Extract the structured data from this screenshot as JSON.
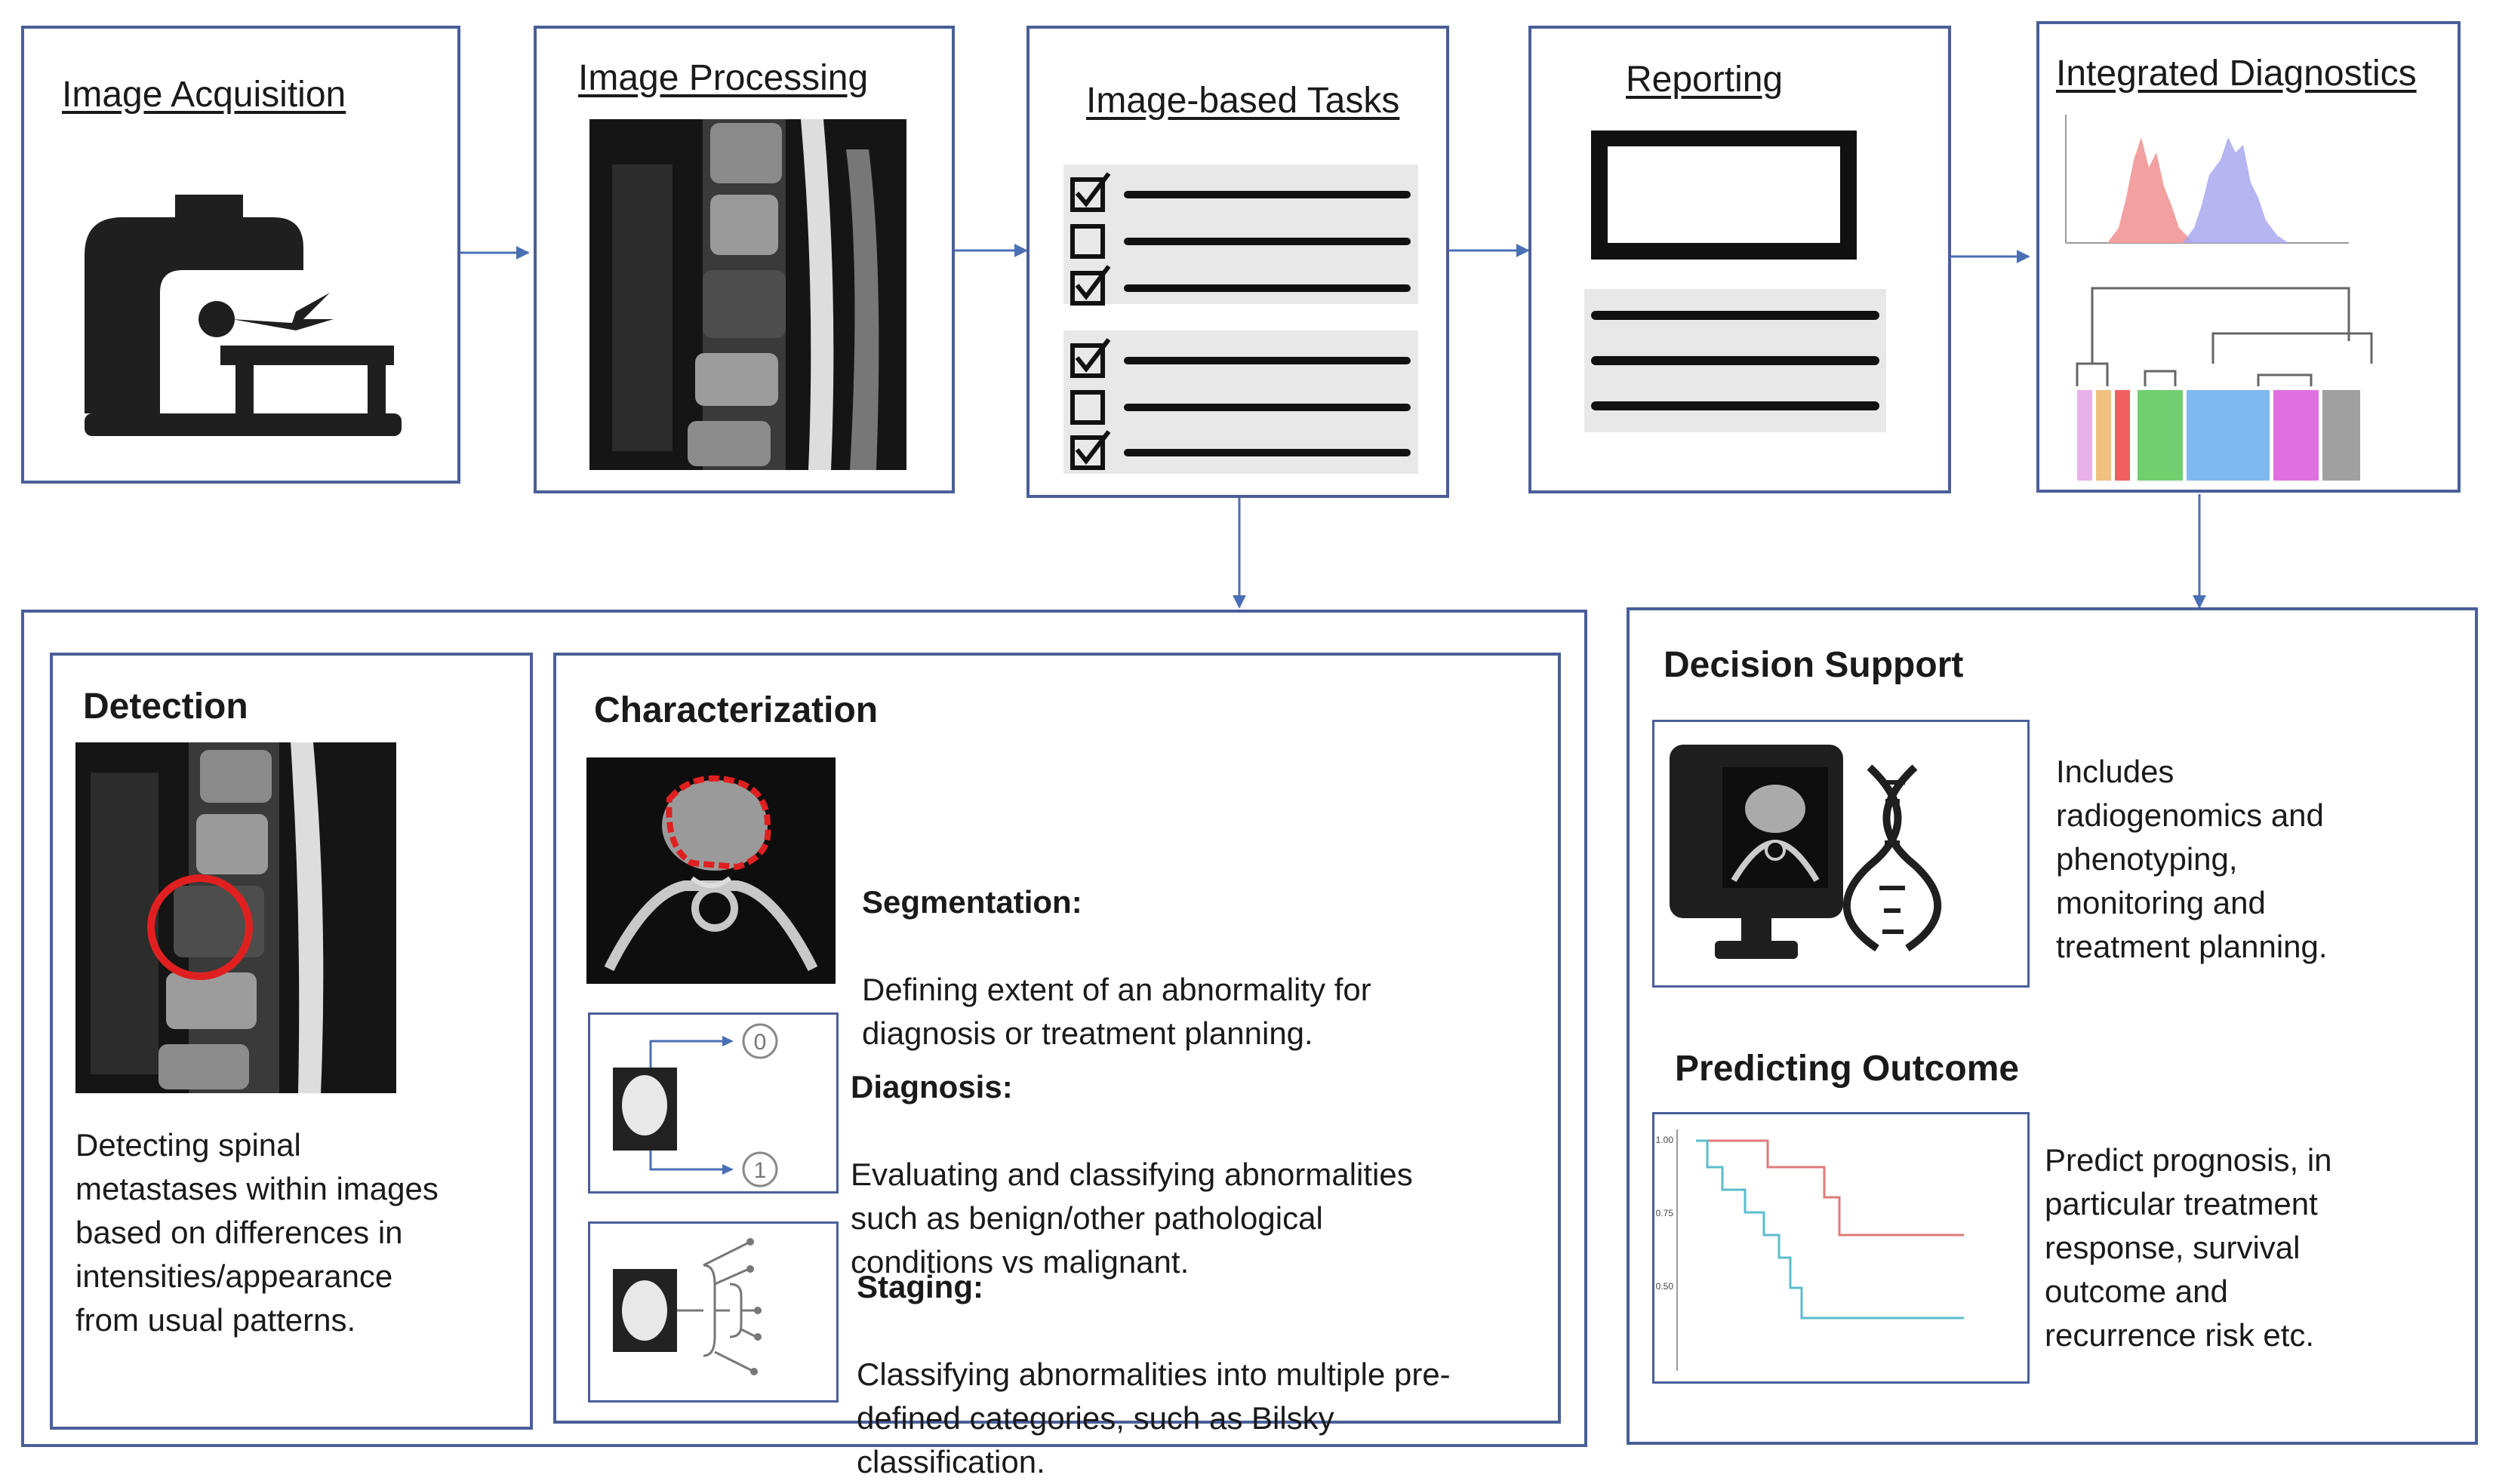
{
  "pipeline": {
    "acquisition": "Image Acquisition",
    "processing": "Image Processing",
    "tasks": "Image-based Tasks",
    "reporting": "Reporting",
    "integrated": "Integrated Diagnostics"
  },
  "detection": {
    "title": "Detection",
    "text": "Detecting spinal\nmetastases within images\nbased on differences in\nintensities/appearance\nfrom usual patterns."
  },
  "characterization": {
    "title": "Characterization",
    "segmentation": {
      "label": "Segmentation:",
      "text": "Defining extent of an abnormality for\ndiagnosis or treatment planning."
    },
    "diagnosis": {
      "label": "Diagnosis:",
      "text": "Evaluating and classifying abnormalities\nsuch as benign/other pathological\nconditions vs malignant.",
      "class0": "0",
      "class1": "1"
    },
    "staging": {
      "label": "Staging:",
      "text": "Classifying abnormalities into multiple pre-\ndefined categories, such as Bilsky\nclassification."
    }
  },
  "decision": {
    "title": "Decision Support",
    "text": "Includes\nradiogenomics and\nphenotyping,\nmonitoring and\ntreatment planning."
  },
  "outcome": {
    "title": "Predicting Outcome",
    "text": "Predict prognosis, in\nparticular treatment\nresponse, survival\noutcome and\nrecurrence risk etc.",
    "km_ticks": [
      "1.00",
      "0.75",
      "0.50"
    ]
  },
  "colors": {
    "border": "#4a5f99",
    "arrow": "#4a6fb5",
    "annotation": "#e02020",
    "km_red": "#e07a7a",
    "km_teal": "#5bbccc"
  }
}
